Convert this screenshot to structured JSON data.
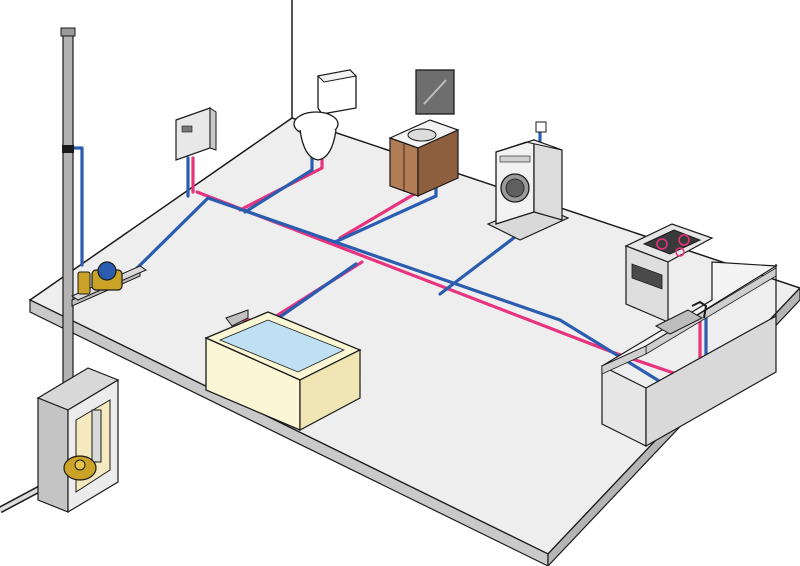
{
  "diagram": {
    "kind": "household water supply piping",
    "colors": {
      "hot_pipe": "#e8337f",
      "cold_pipe": "#2a5db0",
      "floor": "#eeeeee",
      "outline": "#1a1a1a",
      "brass": "#c9a227",
      "tub": "#fbf6d4",
      "water": "#bfe0f2",
      "cabinet_wood": "#b27d55",
      "appliance": "#e6e6e6"
    },
    "fixtures": [
      {
        "id": "water-heater",
        "icon": "water-heater-icon"
      },
      {
        "id": "toilet",
        "icon": "toilet-icon"
      },
      {
        "id": "washbasin",
        "icon": "washbasin-icon"
      },
      {
        "id": "washing-machine",
        "icon": "washing-machine-icon"
      },
      {
        "id": "kitchen",
        "icon": "kitchen-counter-icon"
      },
      {
        "id": "bathtub",
        "icon": "bathtub-icon"
      },
      {
        "id": "water-meter",
        "icon": "water-meter-icon"
      },
      {
        "id": "meter-box",
        "icon": "meter-box-icon"
      }
    ]
  }
}
